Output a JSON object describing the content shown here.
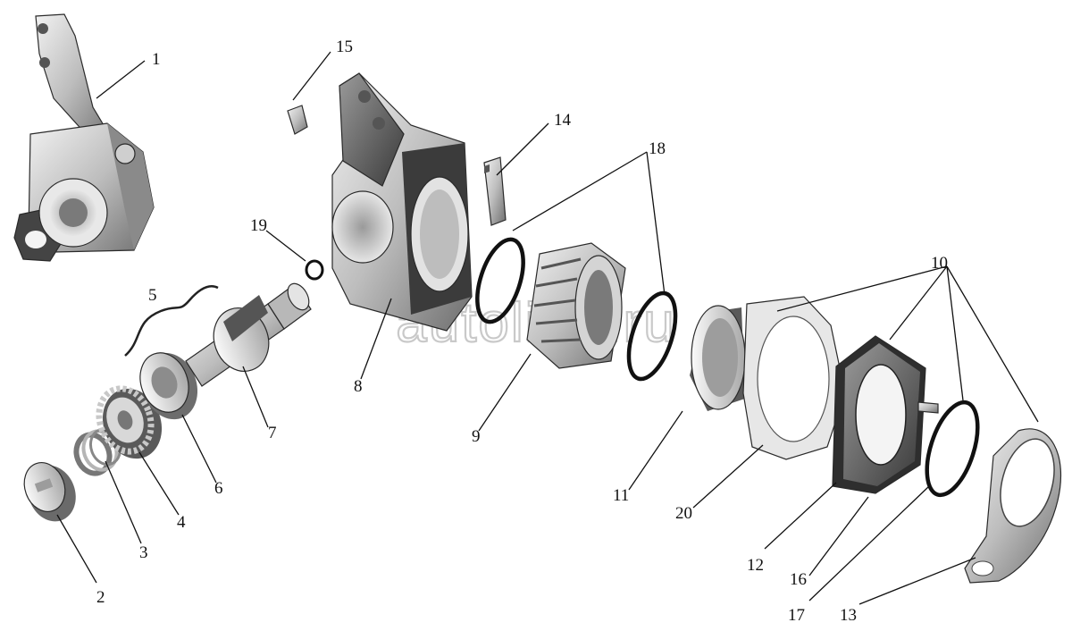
{
  "figure": {
    "watermark": "autoliter.ru",
    "labels": {
      "l1": "1",
      "l2": "2",
      "l3": "3",
      "l4": "4",
      "l5": "5",
      "l6": "6",
      "l7": "7",
      "l8": "8",
      "l9": "9",
      "l10": "10",
      "l11": "11",
      "l12": "12",
      "l13": "13",
      "l14": "14",
      "l15": "15",
      "l16": "16",
      "l17": "17",
      "l18": "18",
      "l19": "19",
      "l20": "20"
    }
  }
}
